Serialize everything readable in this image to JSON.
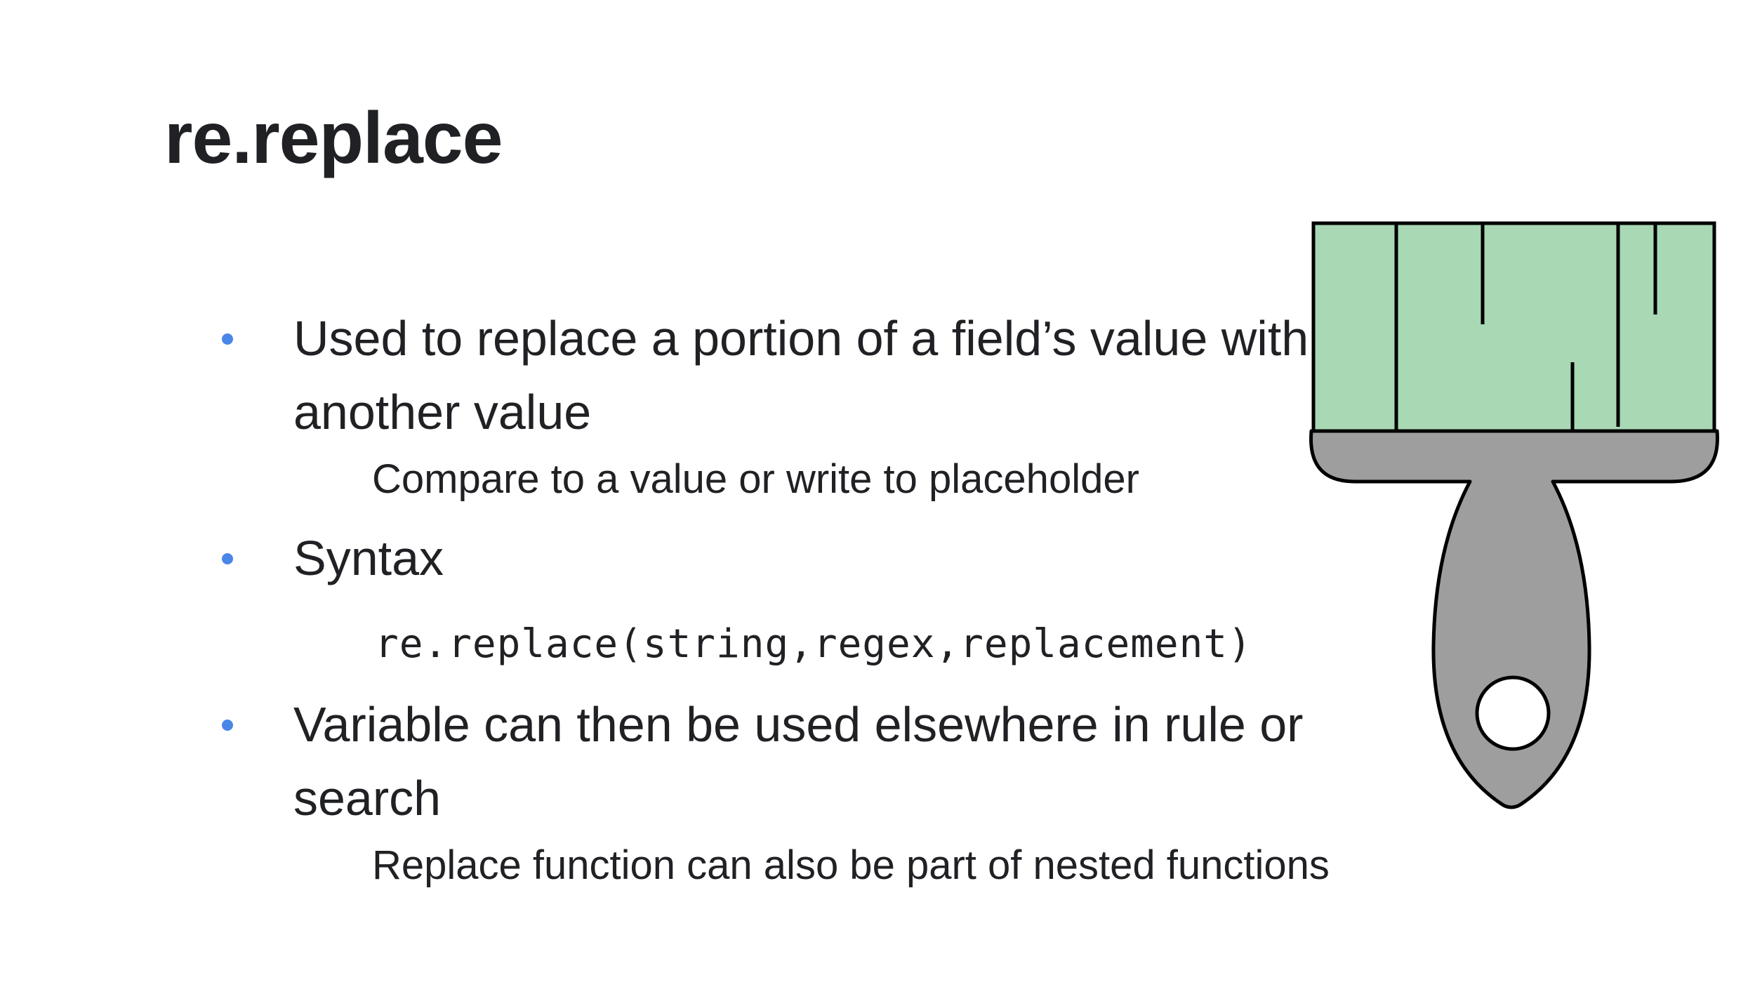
{
  "slide": {
    "title": "re.replace",
    "bullets": [
      {
        "text": "Used to replace a portion of a field’s value with another value",
        "sub": "Compare to a value or write to placeholder"
      },
      {
        "text": "Syntax",
        "code": "re.replace(string,regex,replacement)"
      },
      {
        "text": "Variable can then be used elsewhere in rule or search",
        "sub": "Replace function can also be part of nested functions"
      }
    ]
  },
  "illustration": {
    "icon": "paintbrush-icon",
    "colors": {
      "bristles": "#a8d8b4",
      "handle": "#9e9e9e",
      "outline": "#000000",
      "hole": "#ffffff"
    }
  },
  "theme": {
    "bullet_color": "#4a86e8",
    "text_color": "#202124"
  }
}
